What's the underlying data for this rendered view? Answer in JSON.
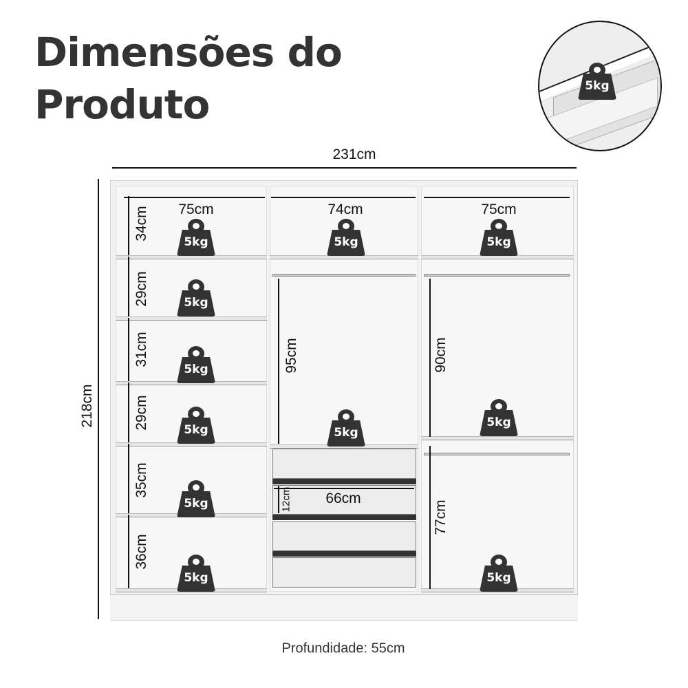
{
  "title": {
    "line1": "Dimensões do",
    "line2": "Produto"
  },
  "dimensions": {
    "total_width": "231cm",
    "total_height": "218cm",
    "depth": "Profundidade: 55cm",
    "column_widths": [
      "75cm",
      "74cm",
      "75cm"
    ],
    "left_shelf_heights": [
      "34cm",
      "29cm",
      "31cm",
      "29cm",
      "35cm",
      "36cm"
    ],
    "middle_hanging_height": "95cm",
    "drawer_height": "12cm",
    "drawer_width": "66cm",
    "right_upper_hanging_height": "90cm",
    "right_lower_hanging_height": "77cm"
  },
  "weight_capacity": "5kg",
  "colors": {
    "weight_icon": "#333333",
    "title": "#333333"
  }
}
